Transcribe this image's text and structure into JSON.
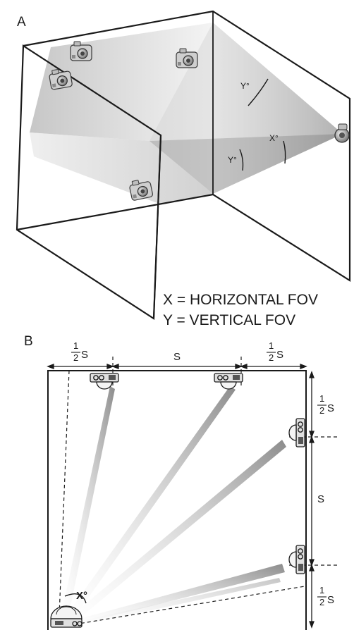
{
  "panel_a": {
    "label": "A",
    "angle_labels": {
      "y_upper": "Y°",
      "x": "X°",
      "y_lower": "Y°"
    }
  },
  "legend": {
    "x_line": "X = HORIZONTAL FOV",
    "y_line": "Y = VERTICAL FOV"
  },
  "panel_b": {
    "label": "B",
    "angle_label": "X°",
    "spacing": {
      "full": "S",
      "half_numerator": "1",
      "half_denominator": "2",
      "half_symbol": "S"
    }
  },
  "icons": [
    "camera-icon",
    "bullet-camera-icon"
  ],
  "colors": {
    "line": "#1a1a1a",
    "beam": "#9a9a9a",
    "shade": "#c8c8c8"
  }
}
